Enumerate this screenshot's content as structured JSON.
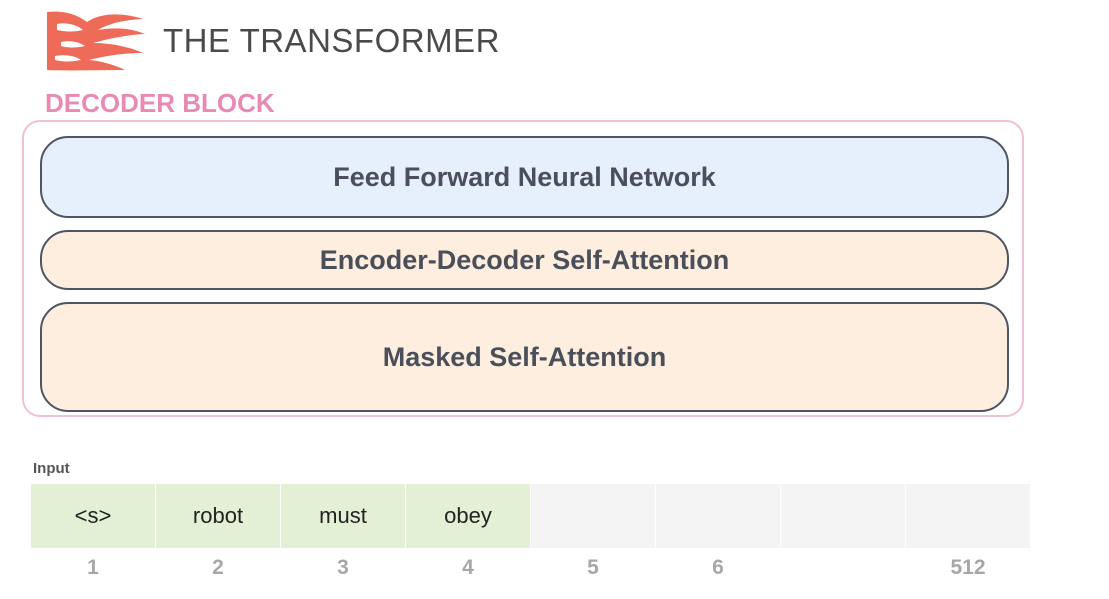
{
  "header": {
    "logo_icon": "flame-logo-icon",
    "title": "THE TRANSFORMER"
  },
  "decoder_block": {
    "label": "DECODER BLOCK",
    "layers": {
      "ffnn": "Feed Forward Neural Network",
      "encoder_decoder_attention": "Encoder-Decoder Self-Attention",
      "masked_self_attention": "Masked Self-Attention"
    }
  },
  "input": {
    "label": "Input",
    "tokens": [
      "<s>",
      "robot",
      "must",
      "obey",
      "",
      "",
      "",
      ""
    ],
    "positions": [
      "1",
      "2",
      "3",
      "4",
      "5",
      "6",
      "",
      "512"
    ]
  },
  "colors": {
    "logo": "#ee6b5a",
    "block_label": "#e98ab4",
    "block_border": "#f2bfd6",
    "ffnn_fill": "#e6f0fc",
    "attention_fill": "#fdeee0",
    "filled_token": "#e3f0d5",
    "empty_token": "#f4f4f4"
  }
}
